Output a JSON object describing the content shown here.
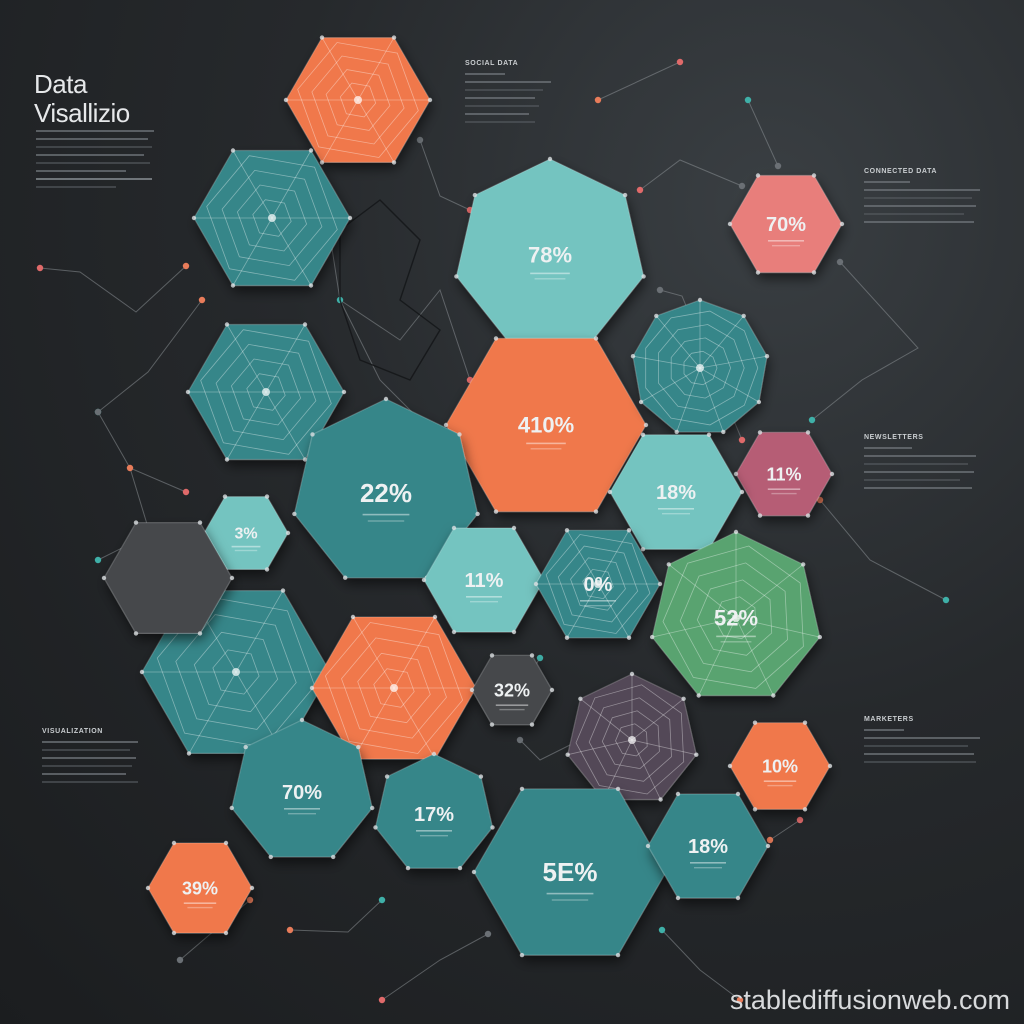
{
  "header": {
    "title_line1": "Data",
    "title_line2": "Visallizio"
  },
  "colors": {
    "background": "#222528",
    "teal_dark": "#2b7f82",
    "teal_light": "#6cc1bd",
    "orange": "#f0703f",
    "coral": "#e77673",
    "green": "#4f9e68",
    "magenta": "#b2526d",
    "charcoal": "#3a3d41",
    "plum": "#4a3e4d"
  },
  "hexagons": [
    {
      "id": "hex-orange-top",
      "label": ""
    },
    {
      "id": "hex-teal-web-1",
      "label": ""
    },
    {
      "id": "hex-teal-big-top",
      "label": "78%"
    },
    {
      "id": "hex-coral-top-right",
      "label": "70%"
    },
    {
      "id": "hex-teal-web-2",
      "label": ""
    },
    {
      "id": "hex-orange-center",
      "label": "410%"
    },
    {
      "id": "hex-teal-round-web",
      "label": ""
    },
    {
      "id": "hex-teal-dark-center",
      "label": "22%"
    },
    {
      "id": "hex-magenta-right",
      "label": "11%"
    },
    {
      "id": "hex-teal-small-left",
      "label": "3%"
    },
    {
      "id": "hex-teal-light-mid-right",
      "label": "18%"
    },
    {
      "id": "hex-teal-light-mid",
      "label": "11%"
    },
    {
      "id": "hex-teal-web-center",
      "label": "0%"
    },
    {
      "id": "hex-green-web",
      "label": "52%"
    },
    {
      "id": "hex-teal-web-big-left",
      "label": ""
    },
    {
      "id": "hex-orange-web",
      "label": ""
    },
    {
      "id": "hex-dark-small",
      "label": "32%"
    },
    {
      "id": "hex-plum-web",
      "label": ""
    },
    {
      "id": "hex-orange-right",
      "label": "10%"
    },
    {
      "id": "hex-teal-bottom-left",
      "label": "70%"
    },
    {
      "id": "hex-teal-bottom-mid",
      "label": "17%"
    },
    {
      "id": "hex-teal-big-bottom",
      "label": "5E%"
    },
    {
      "id": "hex-teal-dark-bottom-right",
      "label": "18%"
    },
    {
      "id": "hex-orange-bottom-left",
      "label": "39%"
    },
    {
      "id": "hex-charcoal-left",
      "label": ""
    }
  ],
  "text_blocks": {
    "top_center": {
      "heading": "SOCIAL DATA"
    },
    "left_intro": {
      "heading": ""
    },
    "right_top": {
      "heading": "CONNECTED DATA"
    },
    "right_mid": {
      "heading": "NEWSLETTERS"
    },
    "right_bottom": {
      "heading": "MARKETERS"
    },
    "left_bottom": {
      "heading": "VISUALIZATION"
    }
  },
  "watermark": "stablediffusionweb.com"
}
